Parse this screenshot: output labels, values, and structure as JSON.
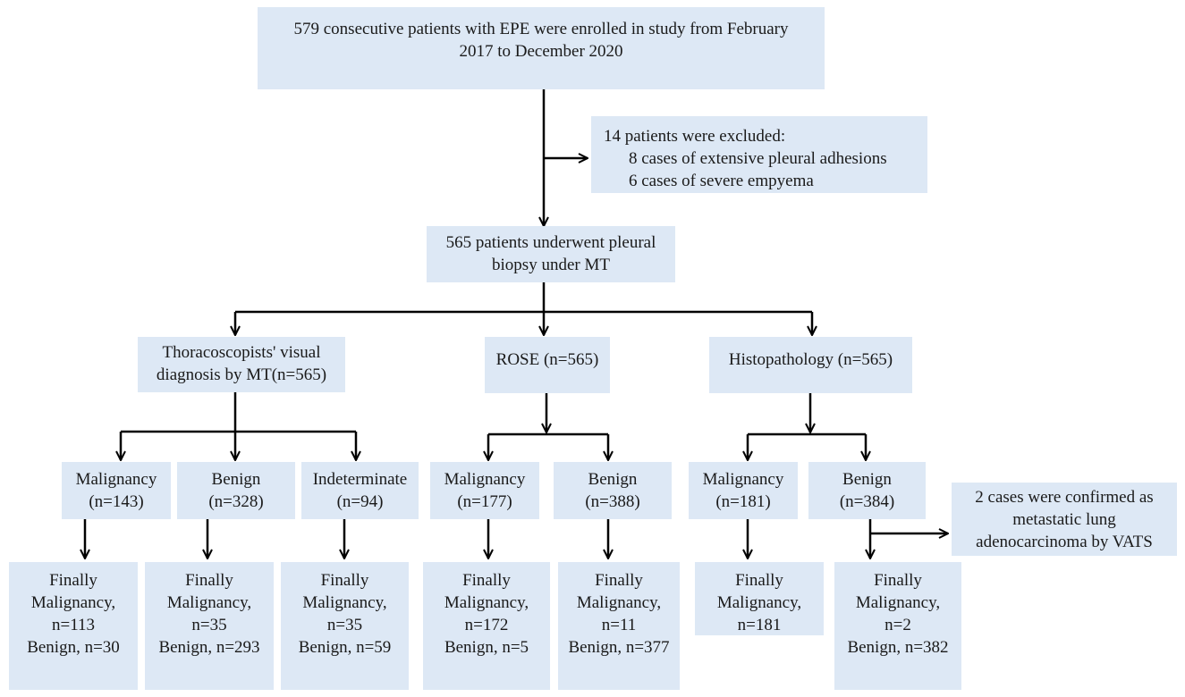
{
  "enrollment": {
    "lines": [
      "579 consecutive patients with EPE were enrolled in study from February",
      "2017 to December 2020"
    ]
  },
  "excluded": {
    "title": "14 patients were excluded:",
    "items": [
      "8 cases of extensive pleural adhesions",
      "6 cases of severe empyema"
    ]
  },
  "biopsy": {
    "lines": [
      "565 patients underwent pleural",
      "biopsy under MT"
    ]
  },
  "methods": {
    "visual": {
      "lines": [
        "Thoracoscopists' visual",
        "diagnosis by MT(n=565)"
      ]
    },
    "rose": {
      "lines": [
        "ROSE (n=565)"
      ]
    },
    "histo": {
      "lines": [
        "Histopathology (n=565)"
      ]
    }
  },
  "results": {
    "visual_malignancy": [
      "Malignancy",
      "(n=143)"
    ],
    "visual_benign": [
      "Benign",
      "(n=328)"
    ],
    "visual_indeterminate": [
      "Indeterminate",
      "(n=94)"
    ],
    "rose_malignancy": [
      "Malignancy",
      "(n=177)"
    ],
    "rose_benign": [
      "Benign",
      "(n=388)"
    ],
    "histo_malignancy": [
      "Malignancy",
      "(n=181)"
    ],
    "histo_benign": [
      "Benign",
      "(n=384)"
    ]
  },
  "vats_note": [
    "2 cases were confirmed as",
    "metastatic lung",
    "adenocarcinoma by VATS"
  ],
  "finals": {
    "visual_malignancy": [
      "Finally",
      "Malignancy,",
      "n=113",
      "Benign, n=30"
    ],
    "visual_benign": [
      "Finally",
      "Malignancy,",
      "n=35",
      "Benign, n=293"
    ],
    "visual_indeterminate": [
      "Finally",
      "Malignancy,",
      "n=35",
      "Benign, n=59"
    ],
    "rose_malignancy": [
      "Finally",
      "Malignancy,",
      "n=172",
      "Benign, n=5"
    ],
    "rose_benign": [
      "Finally",
      "Malignancy,",
      "n=11",
      "Benign, n=377"
    ],
    "histo_malignancy": [
      "Finally",
      "Malignancy,",
      "n=181"
    ],
    "histo_benign": [
      "Finally",
      "Malignancy,",
      "n=2",
      "Benign, n=382"
    ]
  },
  "colors": {
    "box_fill": "#dde8f5",
    "arrow": "#000000"
  }
}
